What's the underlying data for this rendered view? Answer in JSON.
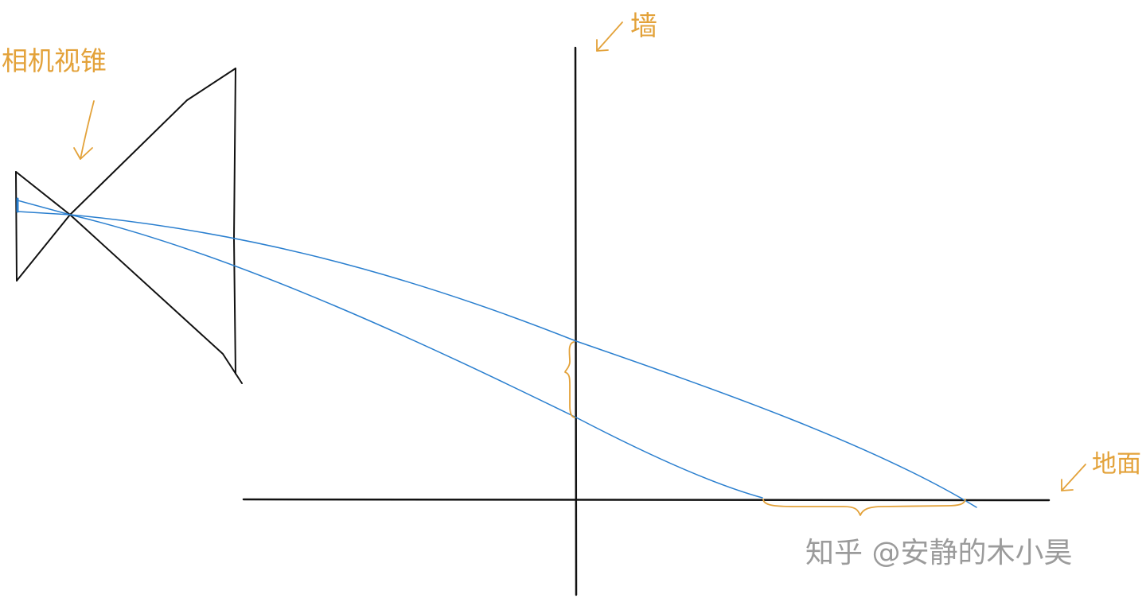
{
  "labels": {
    "camera_frustum": "相机视锥",
    "wall": "墙",
    "ground": "地面"
  },
  "watermark": "知乎 @安静的木小昊",
  "colors": {
    "background": "#ffffff",
    "ink": "#111111",
    "ray": "#2a7fcf",
    "annotation": "#e3a23a",
    "watermark": "#9b9b9b"
  }
}
